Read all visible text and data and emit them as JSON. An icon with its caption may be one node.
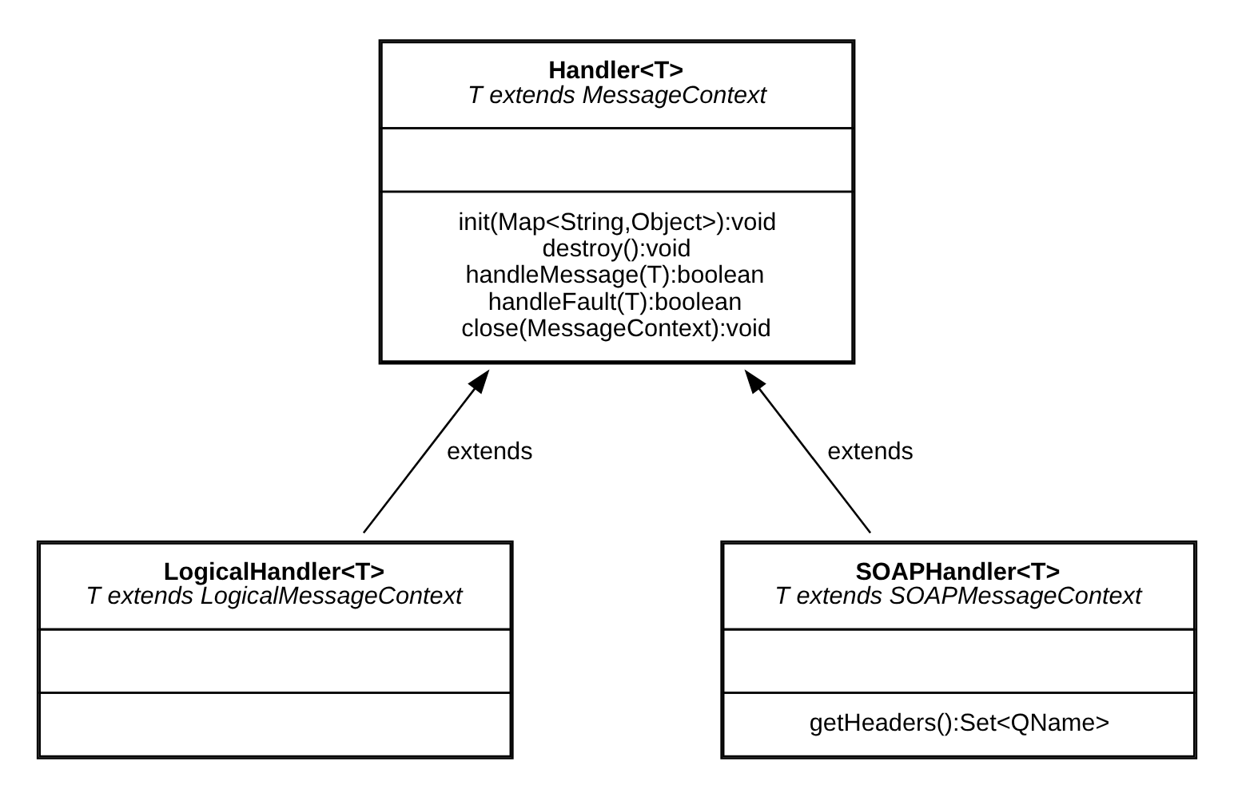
{
  "diagram": {
    "nodes": [
      {
        "text": [
          "Handler<T>",
          "T extends MessageContext",
          "init(Map<String,Object>):void destroy():void handleMessage(T):boolean handleFault(T):boolean close(MessageContext):void"
        ]
      },
      {
        "text": [
          "LogicalHandler<T>",
          "T extends LogicalMessageContext"
        ]
      },
      {
        "text": [
          "SOAPHandler<T>",
          "T extends SOAPMessageContext",
          "getHeaders():Set<QName>"
        ]
      }
    ],
    "edges": [
      {
        "from": 1,
        "to": 0,
        "arrow": "to",
        "label": "extends"
      },
      {
        "from": 2,
        "to": 0,
        "arrow": "to",
        "label": "extends"
      }
    ]
  }
}
